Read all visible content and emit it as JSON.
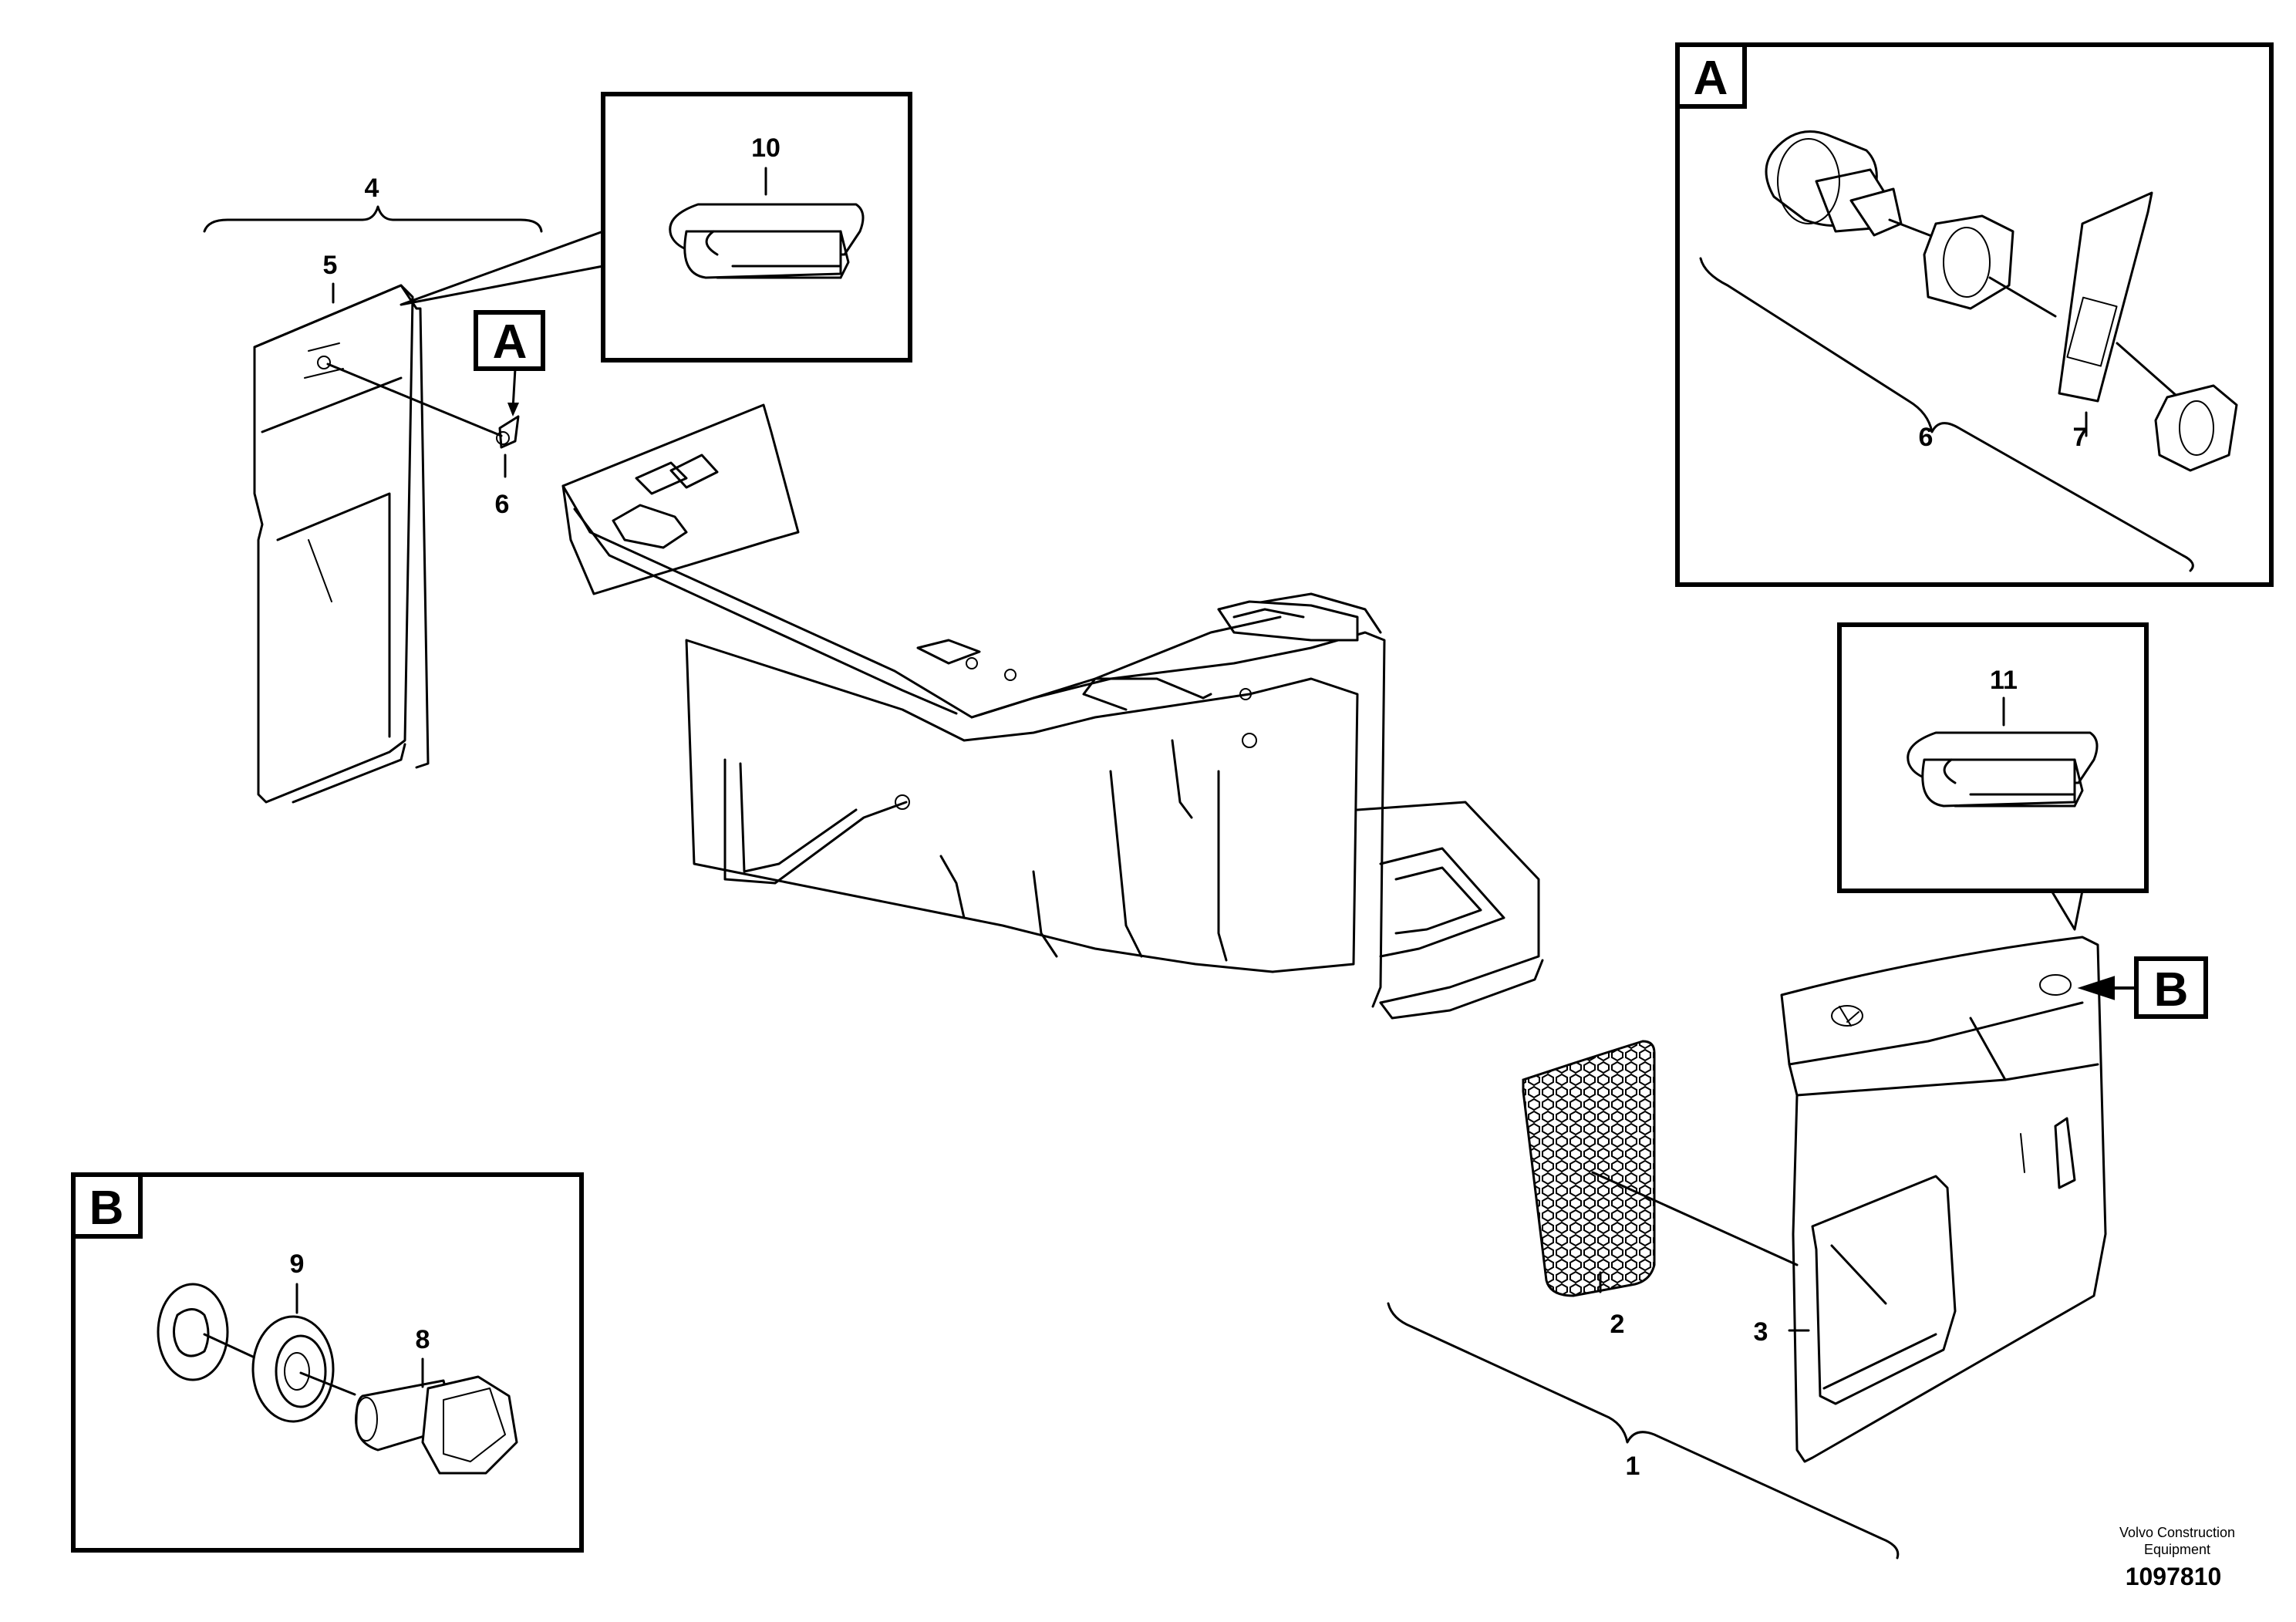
{
  "callouts": {
    "c1": "1",
    "c2": "2",
    "c3": "3",
    "c4": "4",
    "c5": "5",
    "c6_main": "6",
    "c6_detail": "6",
    "c7": "7",
    "c8": "8",
    "c9": "9",
    "c10": "10",
    "c11": "11"
  },
  "detail_labels": {
    "a_marker": "A",
    "a_box": "A",
    "b_marker": "B",
    "b_box": "B"
  },
  "footer": {
    "company_line1": "Volvo Construction",
    "company_line2": "Equipment",
    "drawing_number": "1097810"
  },
  "colors": {
    "line": "#000000",
    "background": "#ffffff"
  }
}
